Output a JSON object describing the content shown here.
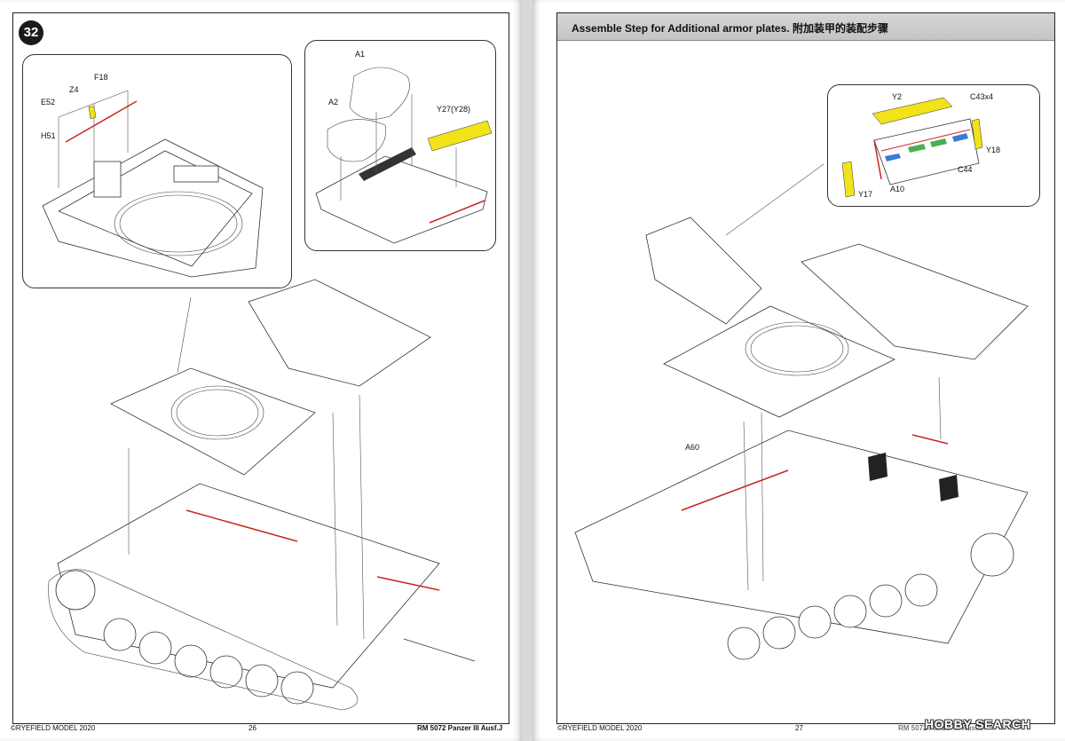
{
  "left_page": {
    "step_number": "32",
    "part_labels": {
      "f18": "F18",
      "z4": "Z4",
      "e52": "E52",
      "h51": "H51",
      "a1": "A1",
      "a2": "A2",
      "y27": "Y27(Y28)"
    },
    "footer": {
      "brand": "©RYEFIELD MODEL 2020",
      "page_number": "26",
      "product": "RM 5072 Panzer III Ausf.J"
    }
  },
  "right_page": {
    "header_title": "Assemble Step for Additional armor plates.    附加装甲的装配步骤",
    "part_labels": {
      "y2": "Y2",
      "c43": "C43x4",
      "y18": "Y18",
      "c44": "C44",
      "y17": "Y17",
      "a10": "A10",
      "a60": "A60"
    },
    "footer": {
      "brand": "©RYEFIELD MODEL 2020",
      "page_number": "27",
      "product": "RM 5072 Panzer III Ausf.J"
    },
    "watermark": "HOBBY SEARCH"
  },
  "colors": {
    "highlight_yellow": "#f2e21a",
    "highlight_red": "#c8281e",
    "highlight_green": "#4caf50",
    "highlight_blue": "#3a7bd5",
    "header_gray": "#c8c8c8"
  }
}
